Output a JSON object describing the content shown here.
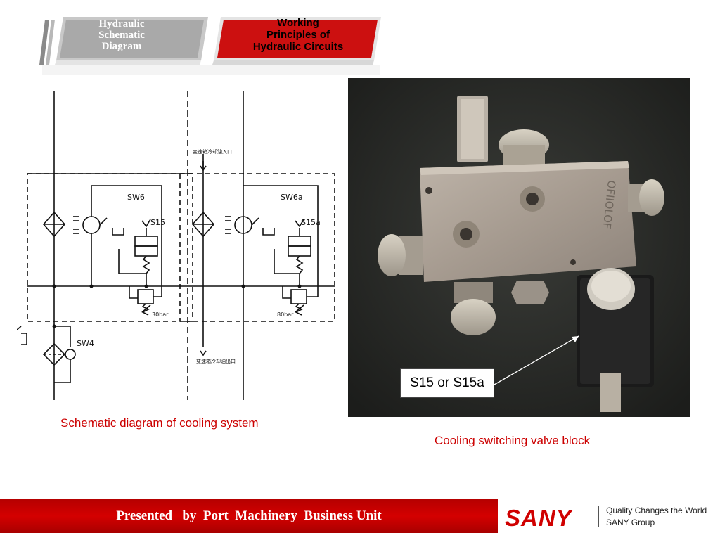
{
  "tabs": [
    {
      "label_lines": [
        "Hydraulic",
        "Schematic",
        "Diagram"
      ],
      "active": false
    },
    {
      "label_lines": [
        "Working",
        "Principles of",
        "Hydraulic Circuits"
      ],
      "active": true
    }
  ],
  "schematic": {
    "labels": {
      "sw6": "SW6",
      "s15": "S15",
      "sw6a": "SW6a",
      "s15a": "S15a",
      "sw4": "SW4",
      "p30": "30bar",
      "p80": "80bar",
      "inlet": "变速箱冷却油入口",
      "outlet": "变速箱冷却油出口"
    },
    "caption": "Schematic diagram of cooling system"
  },
  "photo": {
    "callout": "S15 or S15a",
    "caption": "Cooling switching valve block",
    "block_marking": "OFIIOLOF"
  },
  "footer": {
    "text": "Presented   by  Port  Machinery  Business Unit",
    "logo": "SANY",
    "tagline1": "Quality Changes the World",
    "tagline2": "SANY Group"
  },
  "colors": {
    "accent_red": "#cc0000",
    "tab_gray": "#b0b0b0",
    "tab_red": "#cc1010",
    "logo_red": "#d00000"
  }
}
